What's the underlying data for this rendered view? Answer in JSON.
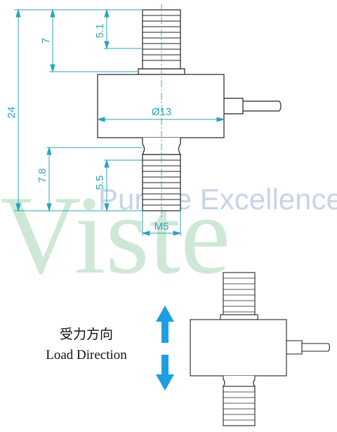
{
  "watermark": {
    "brand": "Viste",
    "slogan": "Pursue Excellence",
    "brand_color": "#cfe8d6",
    "slogan_color": "#c9d3ea"
  },
  "dimensions": {
    "total_height": "24",
    "top_length": "7",
    "top_thread": "5.1",
    "body_diameter": "Ø13",
    "bottom_length": "7.8",
    "bottom_thread": "5.5",
    "thread_size": "M5"
  },
  "caption": {
    "chinese": "受力方向",
    "english": "Load Direction"
  },
  "colors": {
    "dimension_line": "#2aa6b8",
    "arrow": "#1e9ee0",
    "outline": "#222222"
  }
}
